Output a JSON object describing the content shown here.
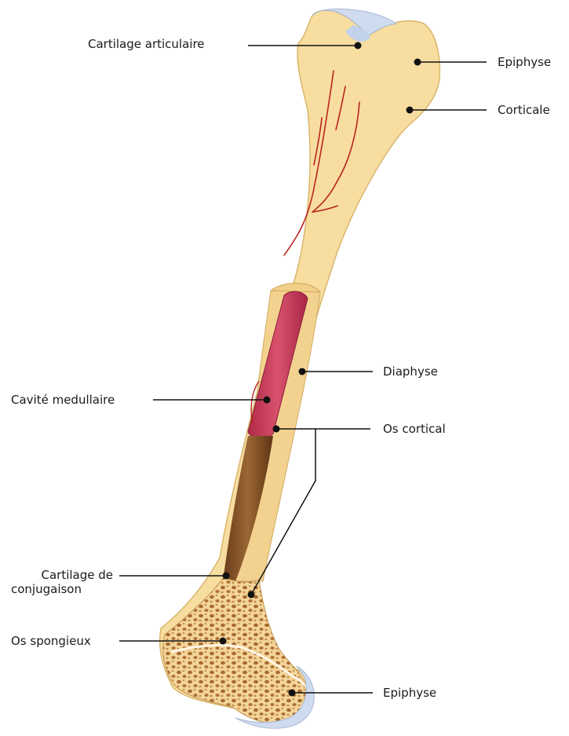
{
  "labels": {
    "cartilage_articulaire": "Cartilage articulaire",
    "epiphyse_top": "Epiphyse",
    "corticale": "Corticale",
    "diaphyse": "Diaphyse",
    "cavite_medullaire": "Cavité medullaire",
    "os_cortical": "Os cortical",
    "cartilage_conjugaison_line1": "Cartilage de",
    "cartilage_conjugaison_line2": "conjugaison",
    "os_spongieux": "Os spongieux",
    "epiphyse_bottom": "Epiphyse"
  },
  "colors": {
    "bone": "#f7dda0",
    "bone_edge": "#d9b66c",
    "cartilage": "#cfdcf0",
    "marrow": "#c93a56",
    "canal": "#7a4a22",
    "vessel": "#b8241f",
    "spongy_hole": "#a86a30",
    "leader": "#111111"
  }
}
